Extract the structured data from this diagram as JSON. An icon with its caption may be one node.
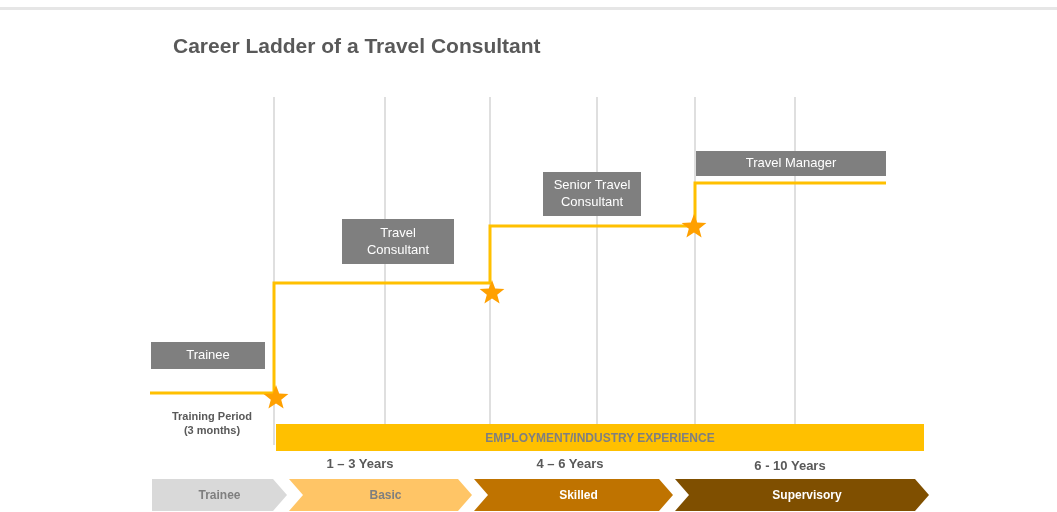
{
  "diagram": {
    "title": "Career Ladder of a Travel Consultant",
    "nodes": [
      {
        "text": [
          "Trainee"
        ]
      },
      {
        "text": [
          "Travel Consultant"
        ]
      },
      {
        "text": [
          "Senior Travel Consultant"
        ]
      },
      {
        "text": [
          "Travel Manager"
        ]
      },
      {
        "text": [
          "EMPLOYMENT/INDUSTRY EXPERIENCE"
        ]
      },
      {
        "text": [
          "Trainee"
        ]
      },
      {
        "text": [
          "Basic"
        ]
      },
      {
        "text": [
          "Skilled"
        ]
      },
      {
        "text": [
          "Supervisory"
        ]
      }
    ],
    "labels": [
      "Training Period (3 months)",
      "1 – 3 Years",
      "4 – 6 Years",
      "6 - 10 Years"
    ]
  }
}
